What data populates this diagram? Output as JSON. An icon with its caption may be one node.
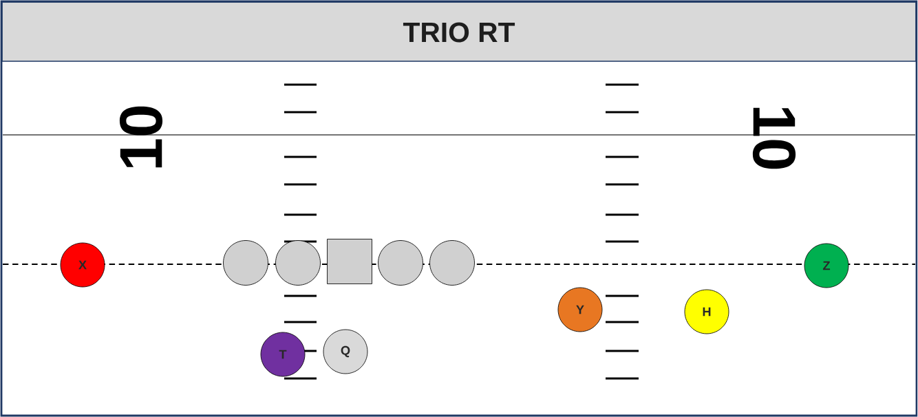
{
  "diagram": {
    "title": "TRIO RT",
    "nodes": [
      {
        "text": [
          "X"
        ]
      },
      {
        "text": [],
        "shape": "circle"
      },
      {
        "text": [],
        "shape": "circle"
      },
      {
        "text": [],
        "shape": "box"
      },
      {
        "text": [],
        "shape": "circle"
      },
      {
        "text": [],
        "shape": "circle"
      },
      {
        "text": [
          "Z"
        ]
      },
      {
        "text": [
          "Y"
        ]
      },
      {
        "text": [
          "H"
        ]
      },
      {
        "text": [
          "T"
        ]
      },
      {
        "text": [
          "Q"
        ]
      }
    ],
    "labels": [
      "10",
      "10"
    ]
  }
}
